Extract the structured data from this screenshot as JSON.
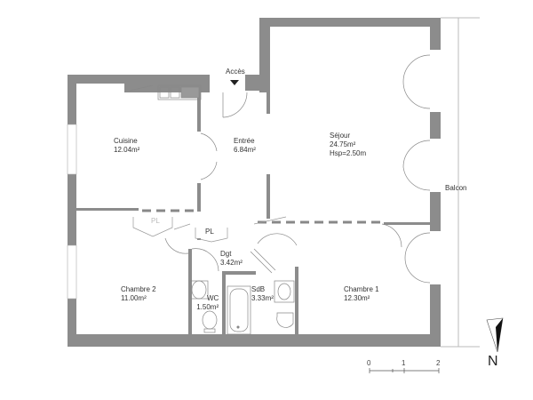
{
  "plan": {
    "type": "floor-plan",
    "rooms": [
      {
        "id": "cuisine",
        "name": "Cuisine",
        "area": "12.04m²"
      },
      {
        "id": "entree",
        "name": "Entrée",
        "area": "6.84m²"
      },
      {
        "id": "sejour",
        "name": "Séjour",
        "area": "24.75m²",
        "height": "Hsp=2.50m"
      },
      {
        "id": "chambre2",
        "name": "Chambre 2",
        "area": "11.00m²"
      },
      {
        "id": "dgt",
        "name": "Dgt",
        "area": "3.42m²"
      },
      {
        "id": "wc",
        "name": "WC",
        "area": "1.50m²"
      },
      {
        "id": "sdb",
        "name": "SdB",
        "area": "3.33m²"
      },
      {
        "id": "chambre1",
        "name": "Chambre 1",
        "area": "12.30m²"
      }
    ],
    "closets": [
      {
        "id": "pl1",
        "label": "PL"
      },
      {
        "id": "pl2",
        "label": "PL"
      }
    ],
    "access_label": "Accès",
    "balcony_label": "Balcon",
    "north_label": "N",
    "scale": {
      "ticks": [
        "0",
        "1",
        "2"
      ],
      "unit": "m"
    },
    "colors": {
      "wall": "#8c8c8c",
      "line": "#999999",
      "text": "#333333"
    }
  }
}
